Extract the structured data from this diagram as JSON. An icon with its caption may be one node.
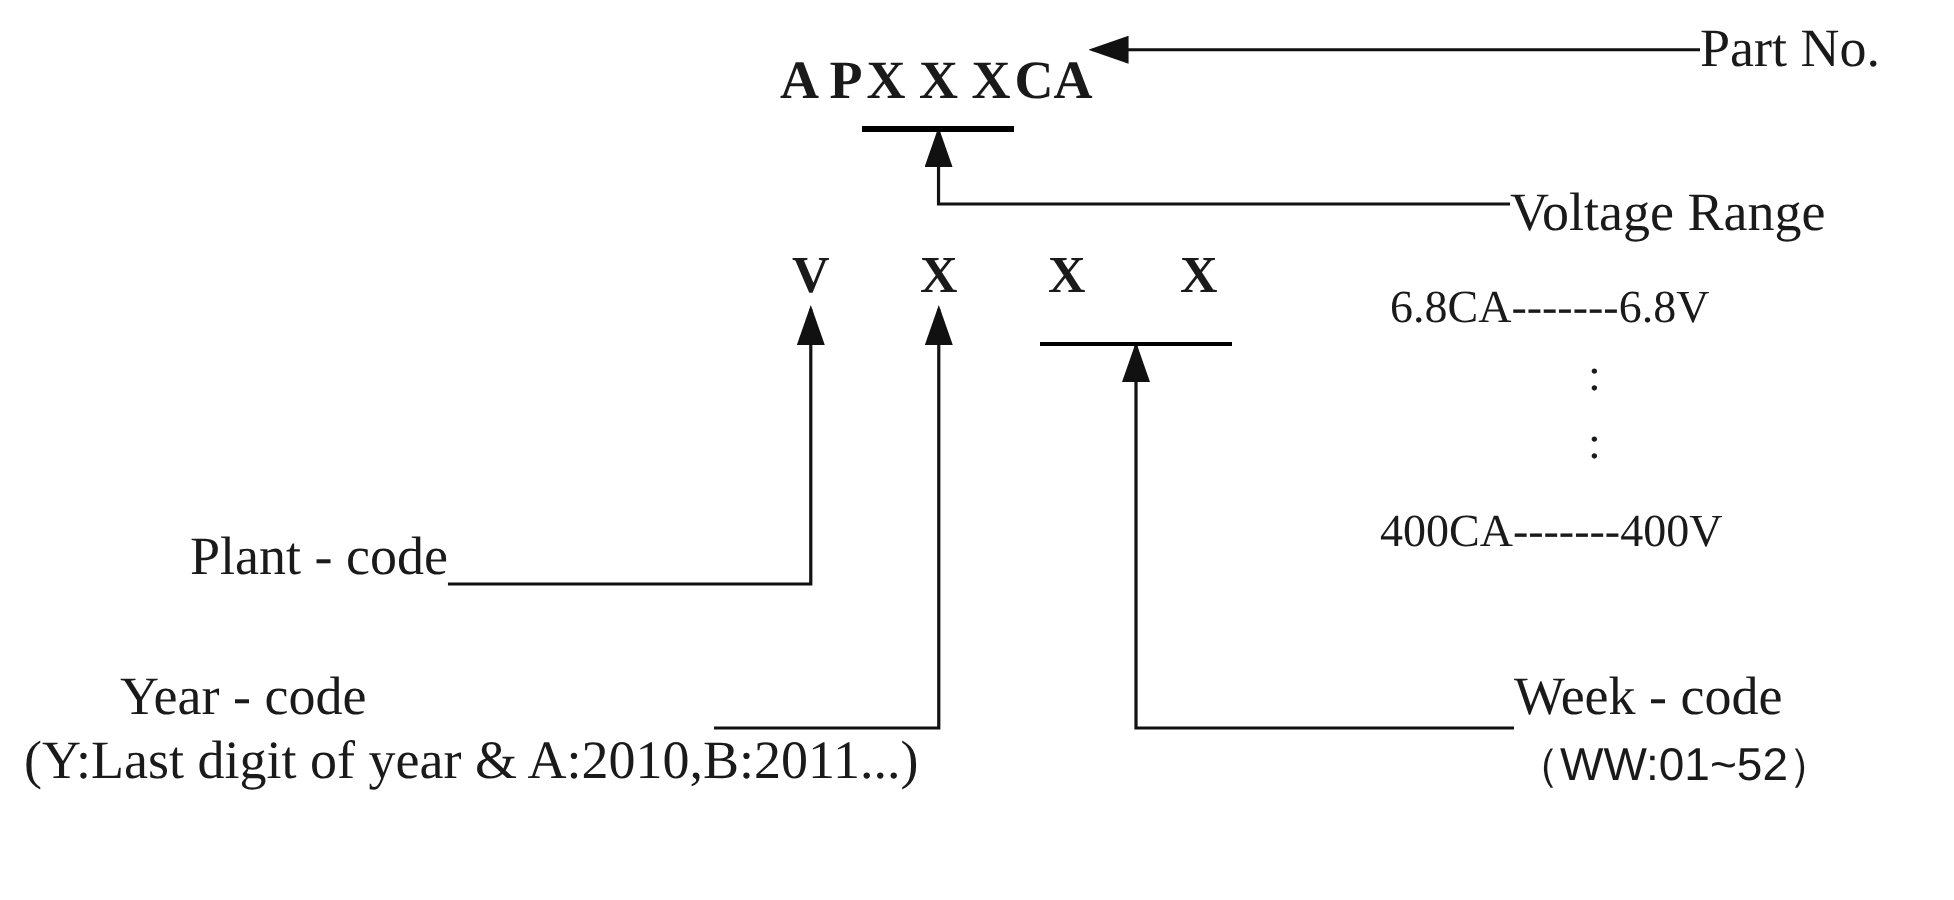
{
  "diagram": {
    "nodes": [
      {
        "text": [
          "Part No."
        ]
      },
      {
        "text": [
          "A P",
          "X X X",
          "CA"
        ]
      },
      {
        "text": [],
        "shape": "bar",
        "in": 1
      },
      {
        "text": [
          "Voltage Range"
        ]
      },
      {
        "text": [
          "V"
        ]
      },
      {
        "text": [
          "X"
        ]
      },
      {
        "text": [
          "X"
        ]
      },
      {
        "text": [
          "X"
        ]
      },
      {
        "text": [],
        "shape": "bar"
      },
      {
        "text": [
          "Plant - code"
        ]
      },
      {
        "text": [
          "Year - code",
          "(Y:Last digit of year & A:2010,B:2011...)"
        ]
      },
      {
        "text": [
          "Week - code",
          "（WW:01~52）"
        ]
      }
    ],
    "edges": [
      {
        "from": 0,
        "to": 1,
        "arrow": "to"
      },
      {
        "from": 3,
        "to": 2,
        "arrow": "to"
      },
      {
        "from": 9,
        "to": 4,
        "arrow": "to"
      },
      {
        "from": 10,
        "to": 5,
        "arrow": "to"
      },
      {
        "from": 11,
        "to": 8,
        "arrow": "to"
      }
    ],
    "labels": [
      "6.8CA-------6.8V",
      ":",
      ":",
      "400CA-------400V"
    ]
  }
}
